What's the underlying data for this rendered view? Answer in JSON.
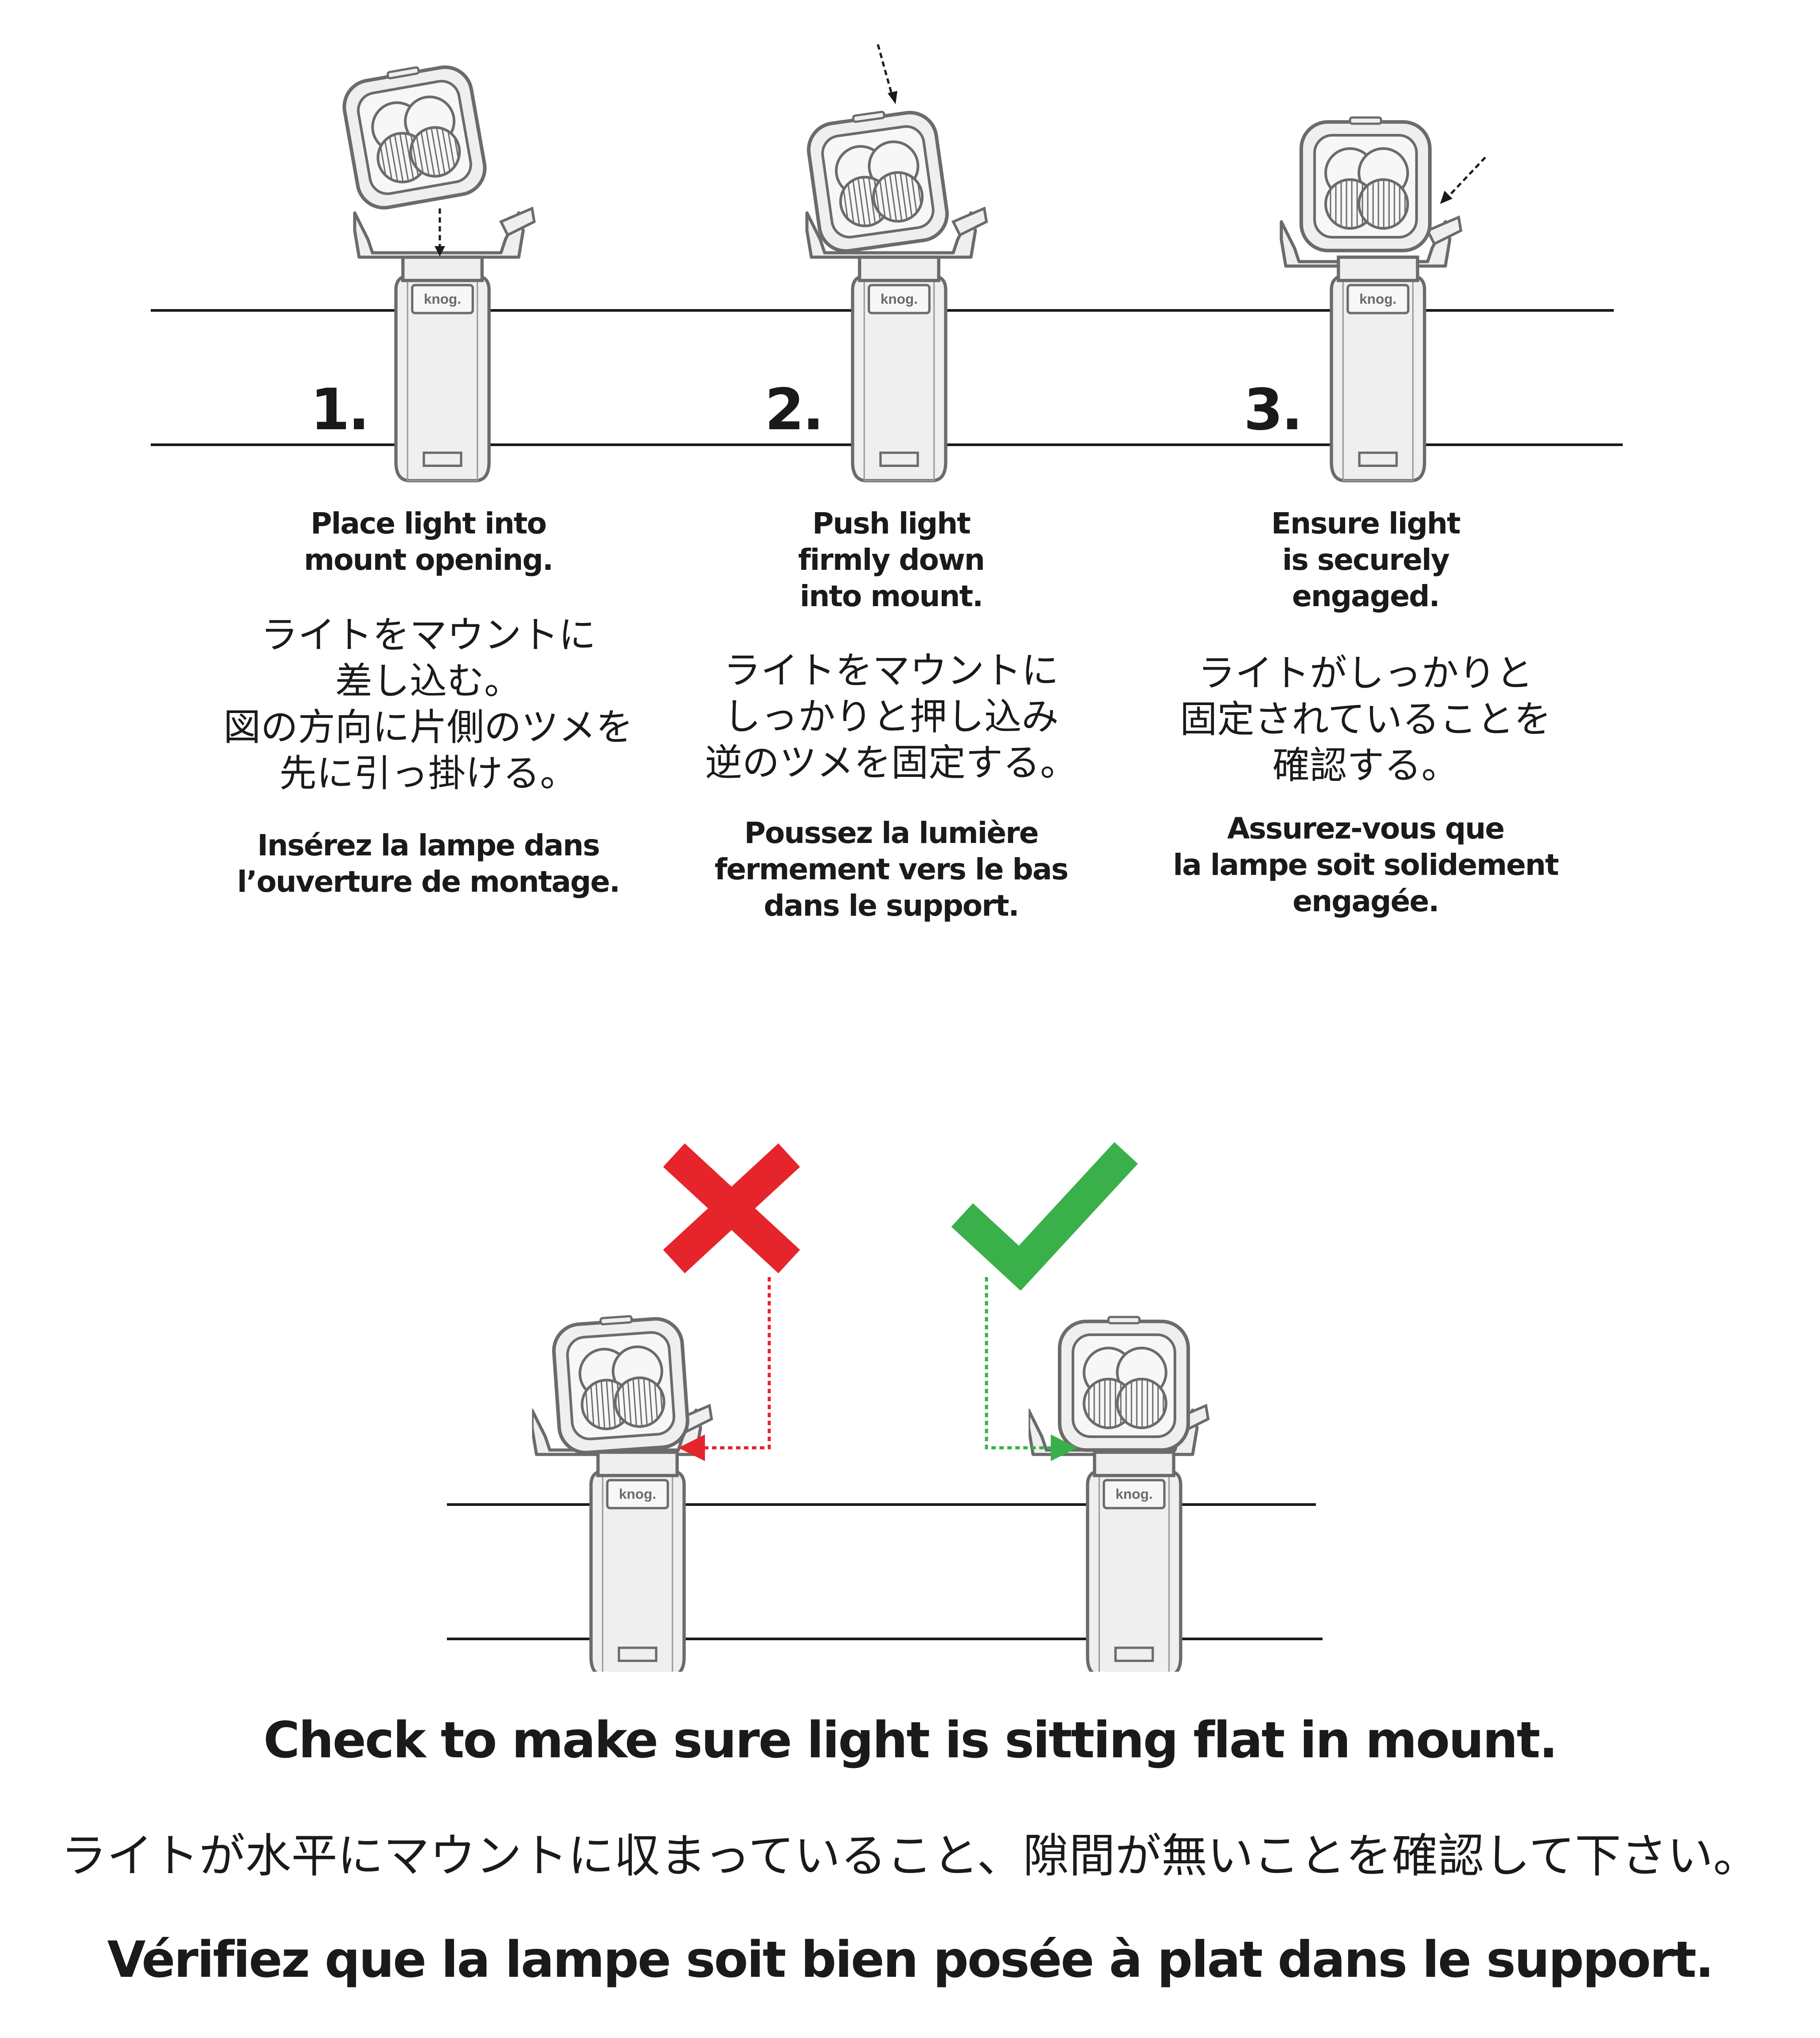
{
  "steps": [
    {
      "number": "1.",
      "en": "Place light into\nmount opening.",
      "jp": "ライトをマウントに\n差し込む。\n図の方向に片側のツメを\n先に引っ掛ける。",
      "fr": "Insérez la lampe dans\nl’ouverture de montage."
    },
    {
      "number": "2.",
      "en": "Push light\nfirmly down\ninto mount.",
      "jp": "ライトをマウントに\nしっかりと押し込み\n逆のツメを固定する。",
      "fr": "Poussez la lumière\nfermement vers le bas\ndans le support."
    },
    {
      "number": "3.",
      "en": "Ensure light\nis securely\nengaged.",
      "jp": "ライトがしっかりと\n固定されていることを\n確認する。",
      "fr": "Assurez-vous que\nla lampe soit solidement\nengagée."
    }
  ],
  "brand_logo": "knog.",
  "check": {
    "en": "Check to make sure light is sitting flat in mount.",
    "jp": "ライトが水平にマウントに収まっていること、隙間が無いことを確認して下さい。",
    "fr": "Vérifiez que la lampe soit bien posée à plat dans le support."
  },
  "icons": {
    "wrong": "cross-icon",
    "right": "check-icon"
  },
  "colors": {
    "wrong": "#e5242b",
    "right": "#3ab04a",
    "ink": "#1a1a1a",
    "device_fill": "#efefef",
    "device_stroke": "#6b6b6b"
  }
}
